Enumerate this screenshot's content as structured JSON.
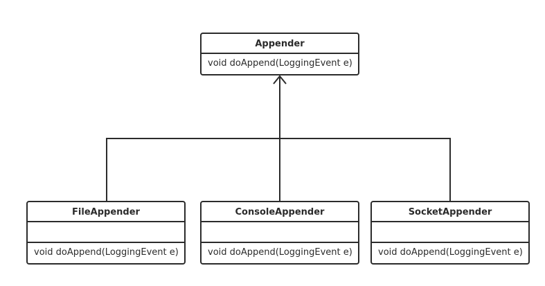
{
  "diagram": {
    "base_class": {
      "name": "Appender",
      "method": "void doAppend(LoggingEvent e)"
    },
    "subclasses": [
      {
        "name": "FileAppender",
        "attributes": "",
        "method": "void doAppend(LoggingEvent e)"
      },
      {
        "name": "ConsoleAppender",
        "attributes": "",
        "method": "void doAppend(LoggingEvent e)"
      },
      {
        "name": "SocketAppender",
        "attributes": "",
        "method": "void doAppend(LoggingEvent e)"
      }
    ],
    "relationship": "inheritance"
  }
}
